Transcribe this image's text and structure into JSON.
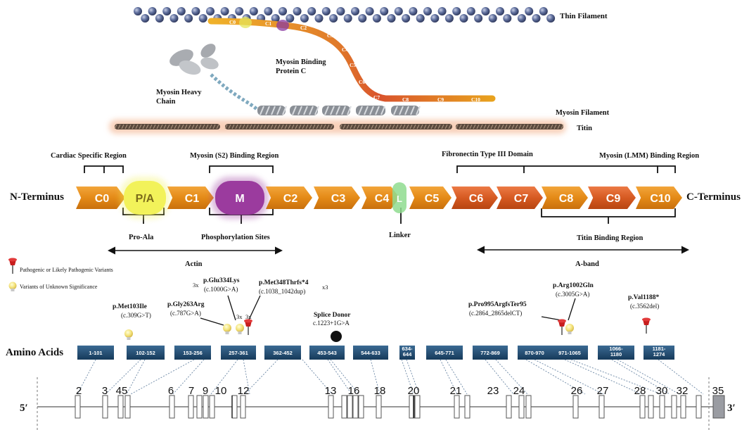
{
  "top_labels": {
    "thin_filament": "Thin Filament",
    "mybpc": "Myosin Binding\nProtein C",
    "heavy_chain": "Myosin Heavy\nChain",
    "myosin_filament": "Myosin Filament",
    "titin": "Titin"
  },
  "mybpc_domains": [
    "C0",
    "C1",
    "C2",
    "C3",
    "C4",
    "C5",
    "C6",
    "C7",
    "C8",
    "C9",
    "C10"
  ],
  "region_labels": {
    "cardiac": "Cardiac  Specific Region",
    "s2": "Myosin (S2) Binding Region",
    "fn3": "Fibronectin  Type  III  Domain",
    "lmm": "Myosin  (LMM)  Binding Region",
    "proala": "Pro-Ala",
    "phospho": "Phosphorylation   Sites",
    "linker": "Linker",
    "titin_binding": "Titin Binding Region",
    "actin": "Actin",
    "aband": "A-band"
  },
  "termini": {
    "n": "N-Terminus",
    "c": "C-Terminus"
  },
  "domains": [
    {
      "label": "C0",
      "color": "#e8911c"
    },
    {
      "label": "P/A",
      "color": "#f2f25a"
    },
    {
      "label": "C1",
      "color": "#e8911c"
    },
    {
      "label": "M",
      "color": "#9b3b9e"
    },
    {
      "label": "C2",
      "color": "#e8911c"
    },
    {
      "label": "C3",
      "color": "#e8911c"
    },
    {
      "label": "C4",
      "color": "#e8911c"
    },
    {
      "label": "L",
      "color": "#8fdc8f"
    },
    {
      "label": "C5",
      "color": "#e8911c"
    },
    {
      "label": "C6",
      "color": "#d95f20"
    },
    {
      "label": "C7",
      "color": "#d95f20"
    },
    {
      "label": "C8",
      "color": "#e8911c"
    },
    {
      "label": "C9",
      "color": "#d95f20"
    },
    {
      "label": "C10",
      "color": "#e8911c"
    }
  ],
  "legend": {
    "pathogenic": "Pathogenic or Likely Pathogenic Variants",
    "vus": "Variants of Unknown Significance"
  },
  "variants": {
    "met103": {
      "name": "p.Met103Ile",
      "cdna": "(c.309G>T)"
    },
    "gly263": {
      "name": "p.Gly263Arg",
      "cdna": "(c.787G>A)"
    },
    "glu334": {
      "name": "p.Glu334Lys",
      "cdna": "(c.1000G>A)",
      "count": "3x"
    },
    "met348": {
      "name": "p.Met348Thrfs*4",
      "cdna": "(c.1038_1042dup)",
      "count": "x3"
    },
    "splice": {
      "name": "Splice Donor",
      "cdna": "c.1223+1G>A"
    },
    "pro995": {
      "name": "p.Pro995ArgfsTer95",
      "cdna": "(c.2864_2865delCT)"
    },
    "arg1002": {
      "name": "p.Arg1002Gln",
      "cdna": "(c.3005G>A)"
    },
    "val1188": {
      "name": "p.Val1188*",
      "cdna": "(c.3562del)"
    },
    "count_a": "3x",
    "count_b": "3x"
  },
  "amino_acids": {
    "label": "Amino Acids",
    "ranges": [
      "1-101",
      "102-152",
      "153-256",
      "257-361",
      "362-452",
      "453-543",
      "544-633",
      "634-\n644",
      "645-771",
      "772-869",
      "870-970",
      "971-1065",
      "1066-\n1180",
      "1181-\n1274"
    ]
  },
  "gene": {
    "five_prime": "5′",
    "three_prime": "3′",
    "exon_numbers": [
      "2",
      "3",
      "4",
      "5",
      "6",
      "7",
      "9",
      "10",
      "12",
      "13",
      "16",
      "18",
      "20",
      "21",
      "23",
      "24",
      "26",
      "27",
      "28",
      "30",
      "32",
      "35"
    ]
  },
  "colors": {
    "aa_box": "#1f4a6e",
    "bead": "#4a5a86",
    "titin_glow": "#f6c5a8"
  }
}
